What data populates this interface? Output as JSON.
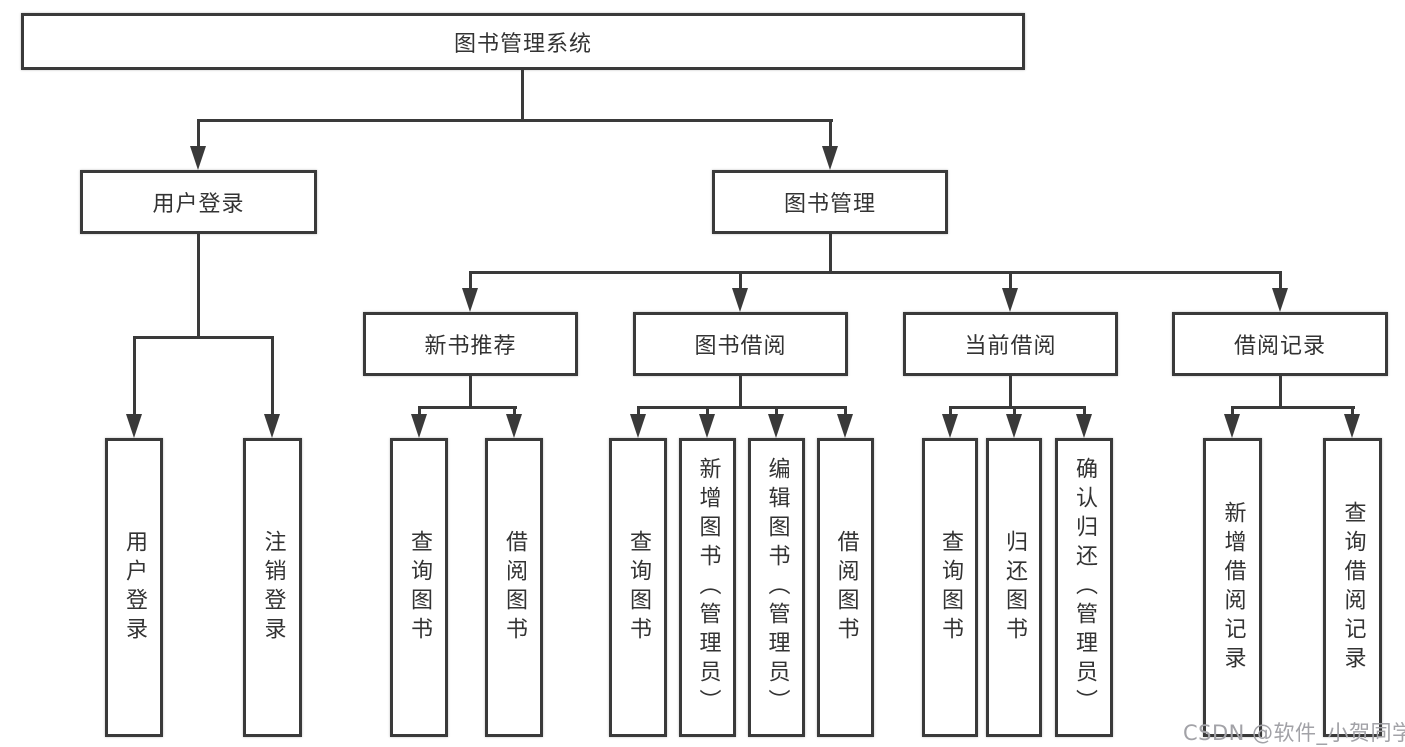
{
  "tree": {
    "root": {
      "label": "图书管理系统"
    },
    "branches": [
      {
        "label": "用户登录",
        "children": [
          {
            "label": "用户登录"
          },
          {
            "label": "注销登录"
          }
        ]
      },
      {
        "label": "图书管理",
        "children": [
          {
            "label": "新书推荐",
            "children": [
              {
                "label": "查询图书"
              },
              {
                "label": "借阅图书"
              }
            ]
          },
          {
            "label": "图书借阅",
            "children": [
              {
                "label": "查询图书"
              },
              {
                "label": "新增图书（管理员）"
              },
              {
                "label": "编辑图书（管理员）"
              },
              {
                "label": "借阅图书"
              }
            ]
          },
          {
            "label": "当前借阅",
            "children": [
              {
                "label": "查询图书"
              },
              {
                "label": "归还图书"
              },
              {
                "label": "确认归还（管理员）"
              }
            ]
          },
          {
            "label": "借阅记录",
            "children": [
              {
                "label": "新增借阅记录"
              },
              {
                "label": "查询借阅记录"
              }
            ]
          }
        ]
      }
    ]
  },
  "watermark": {
    "text": "CSDN @软件_小贺同学"
  },
  "colors": {
    "line": "#3a3a3a",
    "text": "#333333",
    "background": "#ffffff",
    "watermark": "#a2a2a7"
  }
}
